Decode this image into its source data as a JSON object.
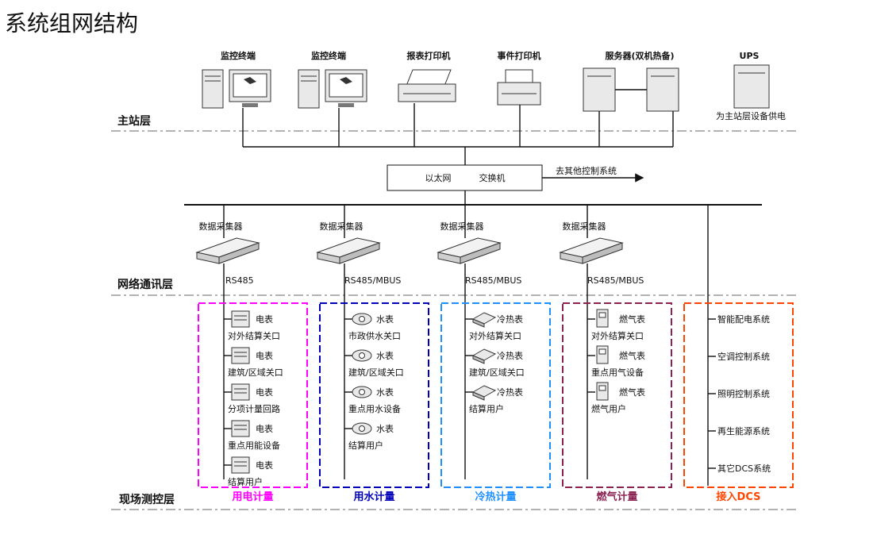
{
  "title": "系统组网结构",
  "layers": {
    "station": "主站层",
    "network": "网络通讯层",
    "field": "现场测控层"
  },
  "top_devices": [
    {
      "label": "监控终端",
      "icon": "workstation-icon"
    },
    {
      "label": "监控终端",
      "icon": "workstation-icon"
    },
    {
      "label": "报表打印机",
      "icon": "report-printer-icon"
    },
    {
      "label": "事件打印机",
      "icon": "event-printer-icon"
    },
    {
      "label": "服务器(双机热备)",
      "icon": "dual-server-icon"
    },
    {
      "label": "UPS",
      "icon": "ups-icon"
    }
  ],
  "ups_note": "为主站层设备供电",
  "switch": {
    "left": "以太网",
    "right": "交换机"
  },
  "other_system": "去其他控制系统",
  "collectors": [
    {
      "label": "数据采集器",
      "bus": "RS485"
    },
    {
      "label": "数据采集器",
      "bus": "RS485/MBUS"
    },
    {
      "label": "数据采集器",
      "bus": "RS485/MBUS"
    },
    {
      "label": "数据采集器",
      "bus": "RS485/MBUS"
    }
  ],
  "groups": [
    {
      "caption": "用电计量",
      "color": "#ff00ff",
      "icon": "electric-meter-icon",
      "items": [
        {
          "meter": "电表",
          "desc": "对外结算关口"
        },
        {
          "meter": "电表",
          "desc": "建筑/区域关口"
        },
        {
          "meter": "电表",
          "desc": "分项计量回路"
        },
        {
          "meter": "电表",
          "desc": "重点用能设备"
        },
        {
          "meter": "电表",
          "desc": "结算用户"
        }
      ]
    },
    {
      "caption": "用水计量",
      "color": "#0000bb",
      "icon": "water-meter-icon",
      "items": [
        {
          "meter": "水表",
          "desc": "市政供水关口"
        },
        {
          "meter": "水表",
          "desc": "建筑/区域关口"
        },
        {
          "meter": "水表",
          "desc": "重点用水设备"
        },
        {
          "meter": "水表",
          "desc": "结算用户"
        }
      ]
    },
    {
      "caption": "冷热计量",
      "color": "#1e90ff",
      "icon": "heat-meter-icon",
      "items": [
        {
          "meter": "冷热表",
          "desc": "对外结算关口"
        },
        {
          "meter": "冷热表",
          "desc": "建筑/区域关口"
        },
        {
          "meter": "冷热表",
          "desc": "结算用户"
        }
      ]
    },
    {
      "caption": "燃气计量",
      "color": "#8b2252",
      "icon": "gas-meter-icon",
      "items": [
        {
          "meter": "燃气表",
          "desc": "对外结算关口"
        },
        {
          "meter": "燃气表",
          "desc": "重点用气设备"
        },
        {
          "meter": "燃气表",
          "desc": "燃气用户"
        }
      ]
    },
    {
      "caption": "接入DCS",
      "color": "#ff4500",
      "icon": "",
      "items": [
        {
          "meter": "智能配电系统",
          "desc": ""
        },
        {
          "meter": "空调控制系统",
          "desc": ""
        },
        {
          "meter": "照明控制系统",
          "desc": ""
        },
        {
          "meter": "再生能源系统",
          "desc": ""
        },
        {
          "meter": "其它DCS系统",
          "desc": ""
        }
      ]
    }
  ]
}
